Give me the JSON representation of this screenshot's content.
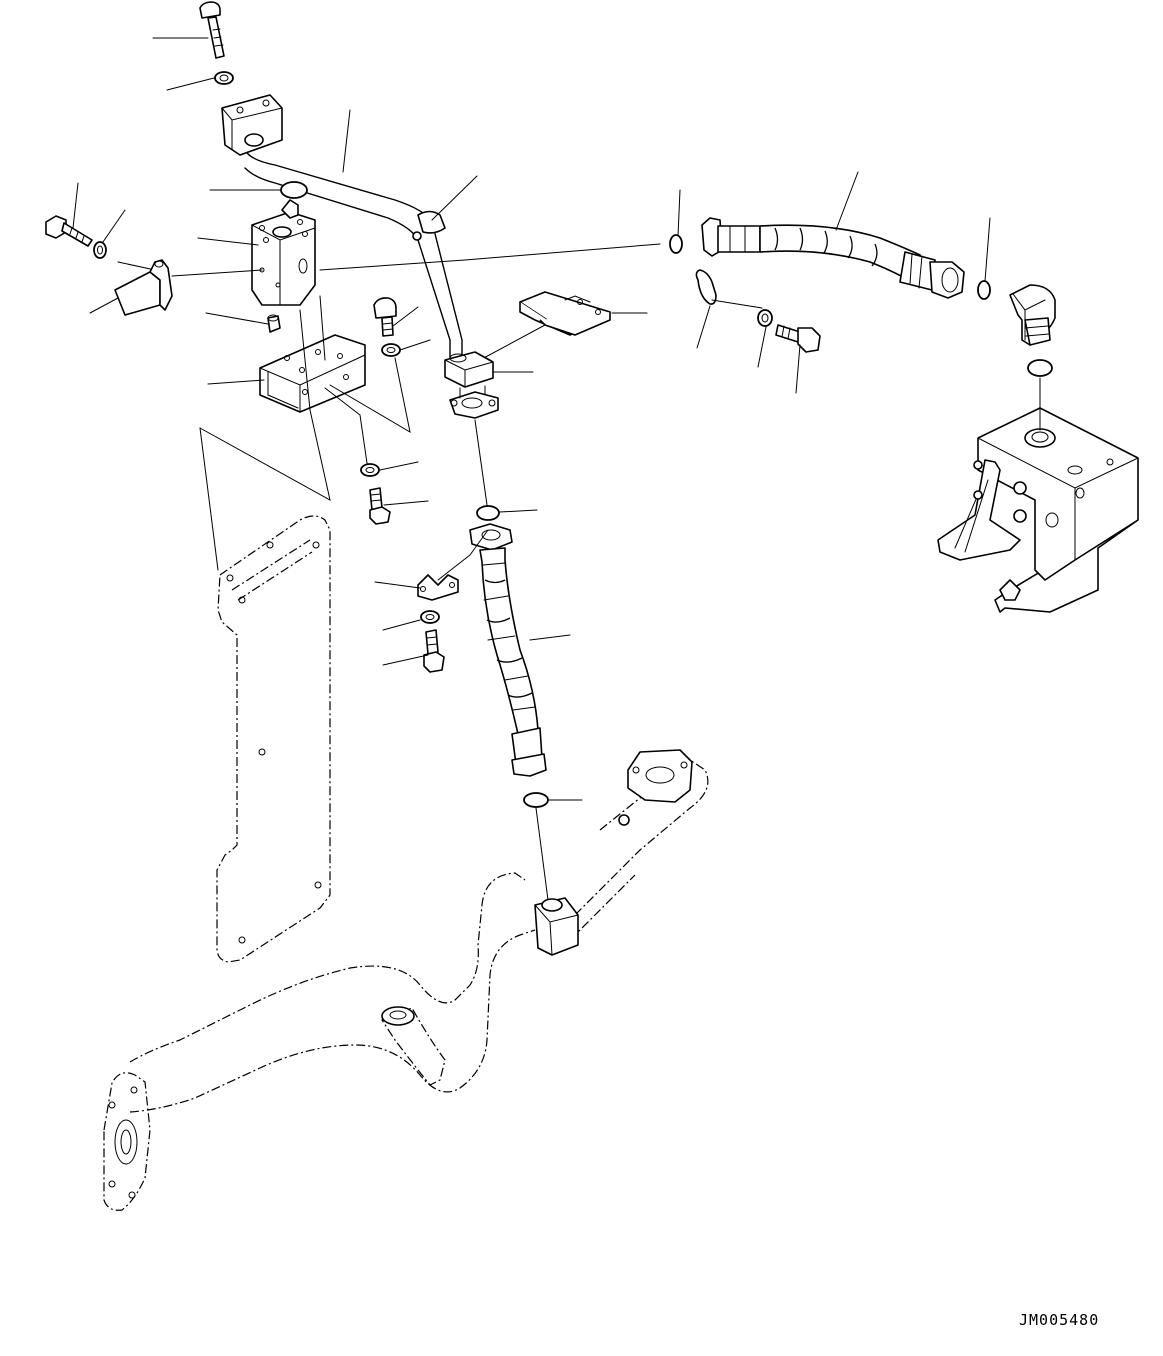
{
  "drawing": {
    "code": "JM005480"
  },
  "parts": [
    {
      "name": "bolt-top"
    },
    {
      "name": "washer-top"
    },
    {
      "name": "upper-flange-block"
    },
    {
      "name": "steel-tube-upper"
    },
    {
      "name": "o-ring-upper"
    },
    {
      "name": "valve-block"
    },
    {
      "name": "bolt-left"
    },
    {
      "name": "washer-left"
    },
    {
      "name": "tube-clip"
    },
    {
      "name": "plug"
    },
    {
      "name": "mount-bracket-left"
    },
    {
      "name": "bolt-mid"
    },
    {
      "name": "washer-mid"
    },
    {
      "name": "mount-bracket-right"
    },
    {
      "name": "split-flange-upper"
    },
    {
      "name": "clamp-block"
    },
    {
      "name": "o-ring-mid"
    },
    {
      "name": "hose-vertical"
    },
    {
      "name": "clamp-half"
    },
    {
      "name": "washer-lower"
    },
    {
      "name": "bolt-lower"
    },
    {
      "name": "o-ring-bottom"
    },
    {
      "name": "o-ring-hose-left"
    },
    {
      "name": "hose-horizontal"
    },
    {
      "name": "o-ring-hose-right"
    },
    {
      "name": "elbow-fitting"
    },
    {
      "name": "o-ring-elbow"
    },
    {
      "name": "clip-right"
    },
    {
      "name": "washer-right"
    },
    {
      "name": "bolt-right"
    },
    {
      "name": "control-valve"
    },
    {
      "name": "radiator-frame"
    },
    {
      "name": "lower-pipe"
    }
  ]
}
